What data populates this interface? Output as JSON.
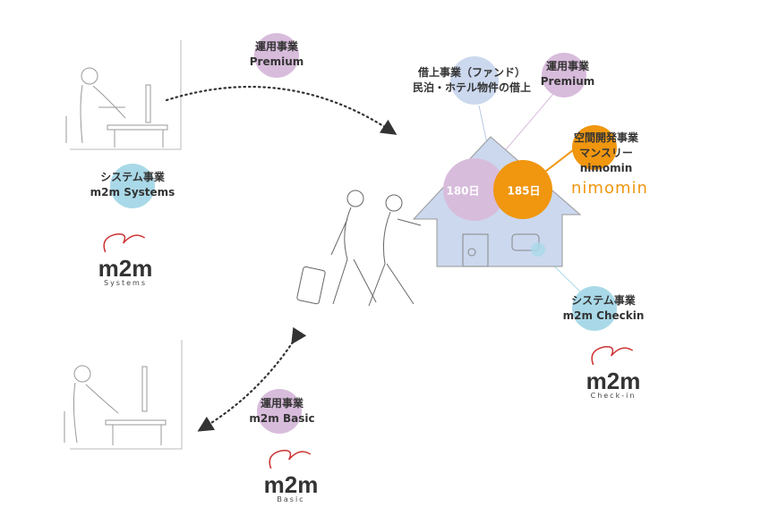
{
  "colors": {
    "purple": "#d8bcdc",
    "blue": "#a9d9e8",
    "orange": "#f0960f",
    "house": "#cbd8ee"
  },
  "labels": {
    "premium_top": [
      "運用事業",
      "Premium"
    ],
    "systems": [
      "システム事業",
      "m2m Systems"
    ],
    "fund": [
      "借上事業（ファンド）",
      "民泊・ホテル物件の借上"
    ],
    "premium_house": [
      "運用事業",
      "Premium"
    ],
    "monthly": [
      "空間開発事業",
      "マンスリー",
      "nimomin"
    ],
    "checkin": [
      "システム事業",
      "m2m Checkin"
    ],
    "basic": [
      "運用事業",
      "m2m Basic"
    ]
  },
  "days": {
    "purple": "180日",
    "orange": "185日"
  },
  "logos": {
    "systems": {
      "mark": "m2m",
      "sub": "Systems"
    },
    "checkin": {
      "mark": "m2m",
      "sub": "Check-in"
    },
    "basic": {
      "mark": "m2m",
      "sub": "Basic"
    },
    "nimomin": "nimomin"
  }
}
